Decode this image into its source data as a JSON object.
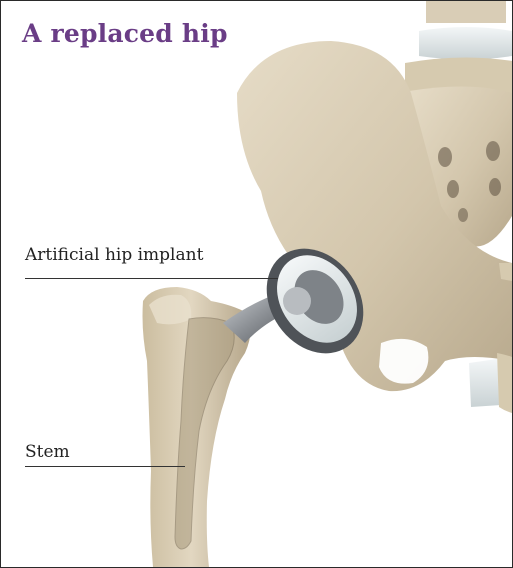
{
  "title": "A replaced hip",
  "labels": {
    "implant": "Artificial hip implant",
    "stem": "Stem"
  },
  "colors": {
    "title": "#6a3d86",
    "bone": "#d9cdb6",
    "bone_shadow": "#b8a98d",
    "cartilage": "#e8eeef",
    "metal": "#8d9196",
    "metal_dark": "#5b5f64",
    "liner": "#eceeee"
  }
}
